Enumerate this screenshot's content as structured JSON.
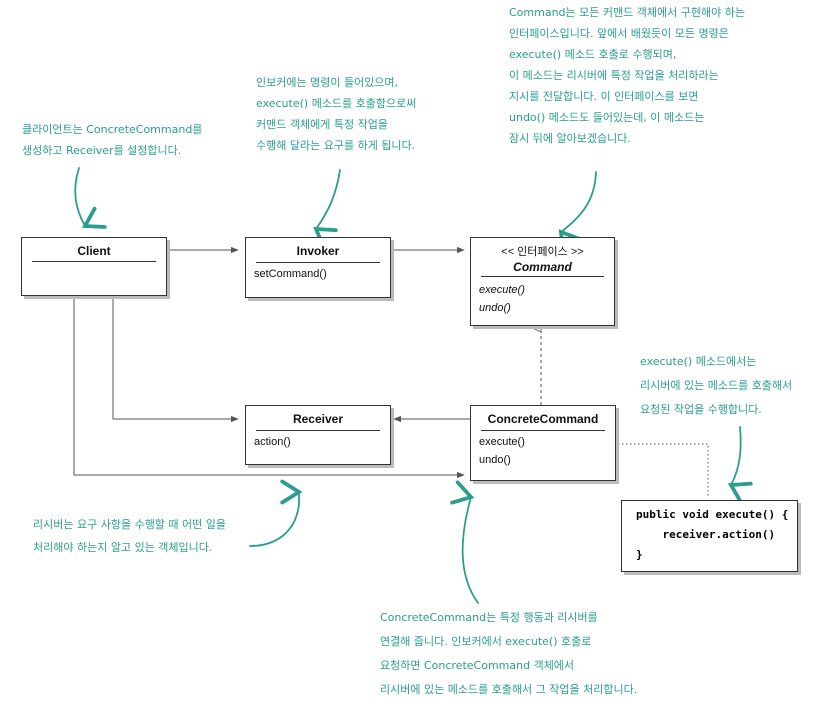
{
  "colors": {
    "note": "#2a9d8f",
    "line": "#555555",
    "box_border": "#333333"
  },
  "boxes": {
    "client": {
      "title": "Client"
    },
    "invoker": {
      "title": "Invoker",
      "members": [
        "setCommand()"
      ]
    },
    "command": {
      "stereotype": "<< 인터페이스 >>",
      "title": "Command",
      "members": [
        "execute()",
        "undo()"
      ]
    },
    "receiver": {
      "title": "Receiver",
      "members": [
        "action()"
      ]
    },
    "concrete": {
      "title": "ConcreteCommand",
      "members": [
        "execute()",
        "undo()"
      ]
    }
  },
  "code": {
    "lines": [
      "public void execute() {",
      "    receiver.action()",
      "}"
    ]
  },
  "notes": {
    "client": [
      "클라이언트는 ConcreteCommand를",
      "생성하고 Receiver를 설정합니다."
    ],
    "invoker": [
      "인보커에는 명령이 들어있으며,",
      "execute() 메소드를 호출함으로써",
      "커맨드 객체에게 특정 작업을",
      "수행해 달라는 요구를 하게 됩니다."
    ],
    "command": [
      "Command는 모든 커맨드 객체에서 구현해야 하는",
      "인터페이스입니다. 앞에서 배웠듯이 모든 명령은",
      "execute() 메소드 호출로 수행되며,",
      "이 메소드는 리시버에 특정 작업을 처리하라는",
      "지시를 전달합니다. 이 인터페이스를 보면",
      "undo() 메소드도 들어있는데, 이 메소드는",
      "잠시 뒤에 알아보겠습니다."
    ],
    "execute": [
      "execute() 메소드에서는",
      "리시버에 있는 메소드를 호출해서",
      "요청된 작업을 수행합니다."
    ],
    "receiver": [
      "리시버는 요구 사항을 수행할 때 어떤 일을",
      "처리해야 하는지 알고 있는 객체입니다."
    ],
    "concrete": [
      "ConcreteCommand는 특정 행동과 리시버를",
      "연결해 줍니다. 인보커에서 execute() 호출로",
      "요청하면 ConcreteCommand 객체에서",
      "리시버에 있는 메소드를 호출해서 그 작업을 처리합니다."
    ]
  }
}
